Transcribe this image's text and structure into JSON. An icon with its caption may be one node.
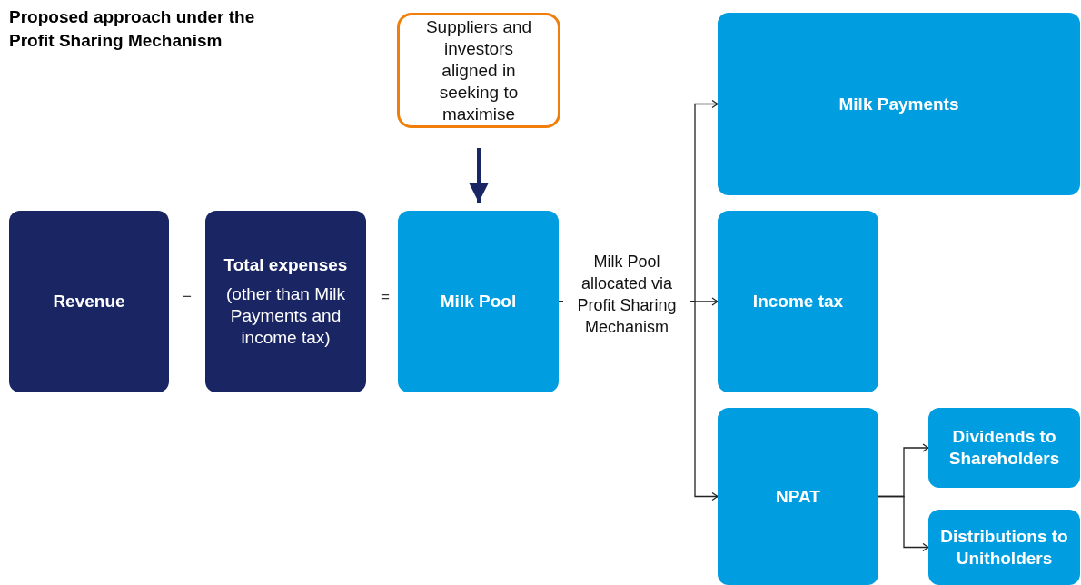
{
  "diagram": {
    "title": "Proposed approach under the Profit Sharing Mechanism",
    "nodes": [
      {
        "text": [
          "Revenue"
        ]
      },
      {
        "text": [
          "Total expenses",
          "(other than Milk Payments and income tax)"
        ]
      },
      {
        "text": [
          "Milk Pool"
        ]
      },
      {
        "text": [
          "Suppliers and investors aligned in seeking to maximise"
        ]
      },
      {
        "text": [
          "Milk Payments"
        ]
      },
      {
        "text": [
          "Income tax"
        ]
      },
      {
        "text": [
          "NPAT"
        ]
      },
      {
        "text": [
          "Dividends to Shareholders"
        ]
      },
      {
        "text": [
          "Distributions to Unitholders"
        ]
      }
    ],
    "edges": [
      {
        "from": 3,
        "to": 2,
        "arrow": "to",
        "style": "thick",
        "color": "#1a2563"
      },
      {
        "from": 2,
        "to": 4,
        "arrow": "to"
      },
      {
        "from": 2,
        "to": 5,
        "arrow": "to",
        "label": "Milk Pool allocated via Profit Sharing Mechanism"
      },
      {
        "from": 2,
        "to": 6,
        "arrow": "to"
      },
      {
        "from": 6,
        "to": 7,
        "arrow": "to"
      },
      {
        "from": 6,
        "to": 8,
        "arrow": "to"
      }
    ],
    "labels": [
      "−",
      "="
    ]
  }
}
